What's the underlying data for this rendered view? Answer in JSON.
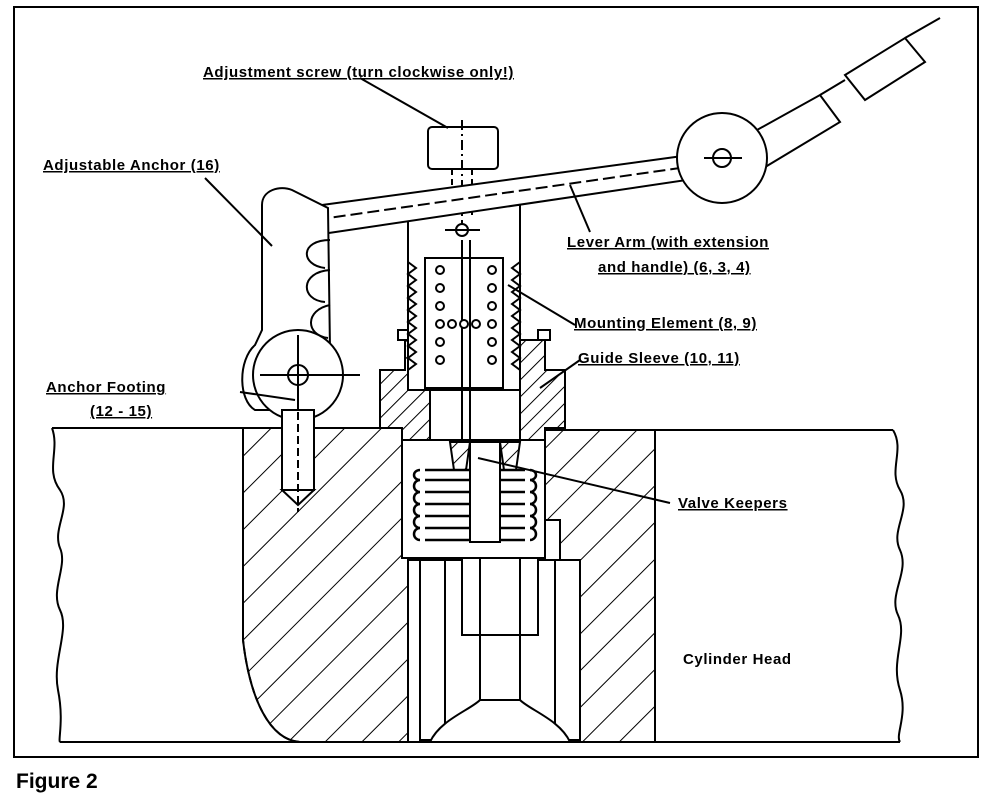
{
  "labels": {
    "adjustment_screw": "Adjustment screw (turn clockwise only!)",
    "adjustable_anchor": "Adjustable Anchor (16)",
    "lever_arm_line1": "Lever Arm (with extension",
    "lever_arm_line2": "and handle) (6, 3, 4)",
    "mounting_element": "Mounting Element (8, 9)",
    "guide_sleeve": "Guide Sleeve (10, 11)",
    "anchor_footing_line1": "Anchor Footing",
    "anchor_footing_line2": "(12 - 15)",
    "valve_keepers": "Valve Keepers",
    "cylinder_head": "Cylinder Head"
  },
  "caption": "Figure 2",
  "colors": {
    "ink": "#000000",
    "paper": "#ffffff"
  }
}
